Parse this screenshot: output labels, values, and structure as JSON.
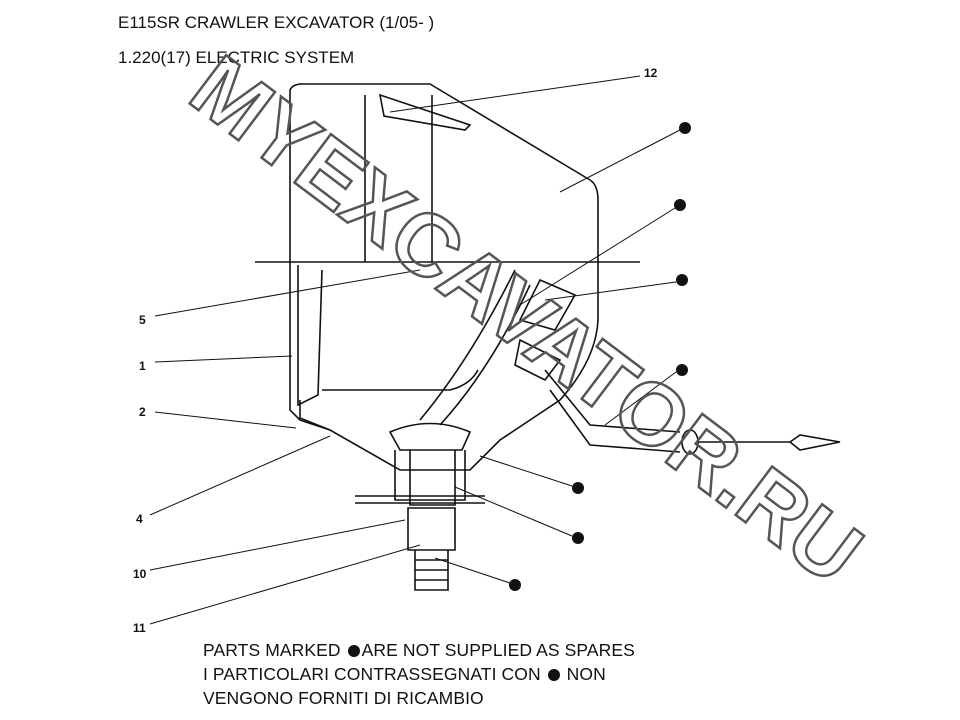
{
  "header": {
    "title": "E115SR CRAWLER EXCAVATOR (1/05- )",
    "subtitle": "1.220(17) ELECTRIC SYSTEM"
  },
  "callouts": [
    "12",
    "5",
    "1",
    "2",
    "4",
    "10",
    "11"
  ],
  "watermark": "MYEXCAVATOR.RU",
  "notes": {
    "line1_a": "PARTS MARKED",
    "line1_b": "ARE NOT SUPPLIED AS SPARES",
    "line2_a": "I  PARTICOLARI  CONTRASSEGNATI  CON",
    "line2_b": "NON",
    "line3": "VENGONO FORNITI DI RICAMBIO"
  },
  "colors": {
    "ink": "#111111",
    "watermark": "#555555"
  }
}
